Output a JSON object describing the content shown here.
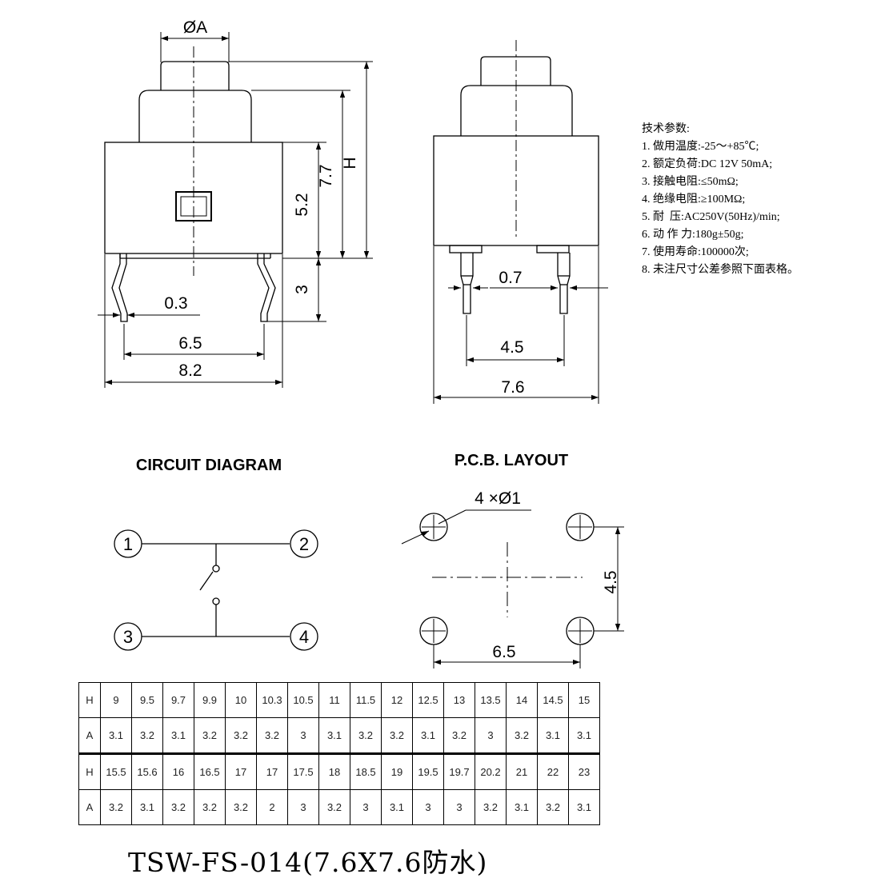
{
  "front_view": {
    "diameter_label": "ØA",
    "height_label": "H",
    "body_height_label": "7.7",
    "housing_height_label": "5.2",
    "pin_length_label": "3",
    "pin_width_label": "0.3",
    "pin_pitch_label": "6.5",
    "body_width_label": "8.2"
  },
  "side_view": {
    "pin_width_label": "0.7",
    "pin_pitch_label": "4.5",
    "body_width_label": "7.6"
  },
  "specs": {
    "title": "技术参数:",
    "items": [
      "1. 做用温度:-25～+85℃;",
      "2. 额定负荷:DC 12V 50mA;",
      "3. 接触电阻:≤50mΩ;",
      "4. 绝缘电阻:≥100MΩ;",
      "5. 耐  压:AC250V(50Hz)/min;",
      "6. 动 作 力:180g±50g;",
      "7. 使用寿命:100000次;",
      "8. 未注尺寸公差参照下面表格。"
    ]
  },
  "circuit": {
    "title": "CIRCUIT DIAGRAM",
    "terminals": [
      "1",
      "2",
      "3",
      "4"
    ]
  },
  "pcb": {
    "title": "P.C.B. LAYOUT",
    "hole_label": "4 ×Ø1",
    "vertical_label": "4.5",
    "horizontal_label": "6.5"
  },
  "tolerance_table": {
    "rows": [
      {
        "label": "H",
        "values": [
          "9",
          "9.5",
          "9.7",
          "9.9",
          "10",
          "10.3",
          "10.5",
          "11",
          "11.5",
          "12",
          "12.5",
          "13",
          "13.5",
          "14",
          "14.5",
          "15"
        ]
      },
      {
        "label": "A",
        "values": [
          "3.1",
          "3.2",
          "3.1",
          "3.2",
          "3.2",
          "3.2",
          "3",
          "3.1",
          "3.2",
          "3.2",
          "3.1",
          "3.2",
          "3",
          "3.2",
          "3.1",
          "3.1"
        ]
      },
      {
        "label": "H",
        "values": [
          "15.5",
          "15.6",
          "16",
          "16.5",
          "17",
          "17",
          "17.5",
          "18",
          "18.5",
          "19",
          "19.5",
          "19.7",
          "20.2",
          "21",
          "22",
          "23"
        ]
      },
      {
        "label": "A",
        "values": [
          "3.2",
          "3.1",
          "3.2",
          "3.2",
          "3.2",
          "2",
          "3",
          "3.2",
          "3",
          "3.1",
          "3",
          "3",
          "3.2",
          "3.1",
          "3.2",
          "3.1"
        ]
      }
    ]
  },
  "part_title": "TSW-FS-014(7.6X7.6防水)"
}
